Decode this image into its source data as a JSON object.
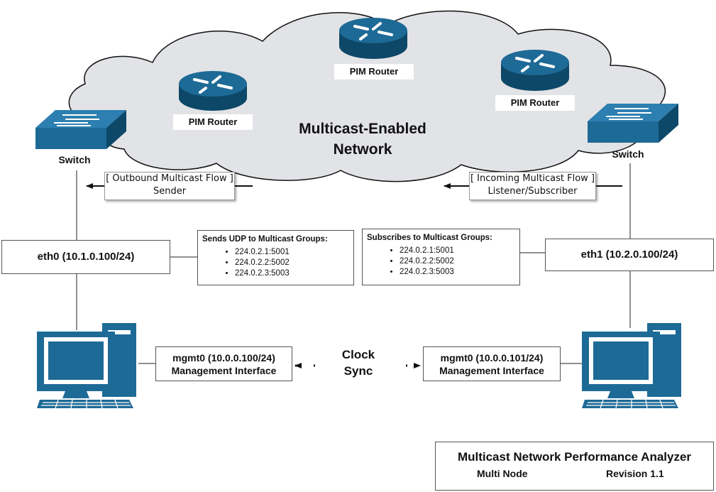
{
  "cloud": {
    "title_line1": "Multicast-Enabled",
    "title_line2": "Network",
    "routers": [
      {
        "label": "PIM Router"
      },
      {
        "label": "PIM Router"
      },
      {
        "label": "PIM Router"
      }
    ]
  },
  "left": {
    "switch_label": "Switch",
    "flow_line1": "[ Outbound Multicast Flow ]",
    "flow_line2": "Sender",
    "eth_label": "eth0 (10.1.0.100/24)",
    "groups_title": "Sends UDP to Multicast Groups:",
    "groups": [
      "224.0.2.1:5001",
      "224.0.2.2:5002",
      "224.0.2.3:5003"
    ],
    "mgmt_line1": "mgmt0 (10.0.0.100/24)",
    "mgmt_line2": "Management Interface"
  },
  "right": {
    "switch_label": "Switch",
    "flow_line1": "[ Incoming Multicast Flow ]",
    "flow_line2": "Listener/Subscriber",
    "eth_label": "eth1 (10.2.0.100/24)",
    "groups_title": "Subscribes to Multicast Groups:",
    "groups": [
      "224.0.2.1:5001",
      "224.0.2.2:5002",
      "224.0.2.3:5003"
    ],
    "mgmt_line1": "mgmt0 (10.0.0.101/24)",
    "mgmt_line2": "Management Interface"
  },
  "clock_sync": {
    "line1": "Clock",
    "line2": "Sync"
  },
  "title_block": {
    "title": "Multicast Network Performance Analyzer",
    "subtitle_left": "Multi Node",
    "subtitle_right": "Revision 1.1"
  },
  "colors": {
    "device_teal": "#1e6a96",
    "device_dark": "#0d4868",
    "cloud_fill": "#e2e3e6",
    "cloud_stroke": "#111111"
  }
}
